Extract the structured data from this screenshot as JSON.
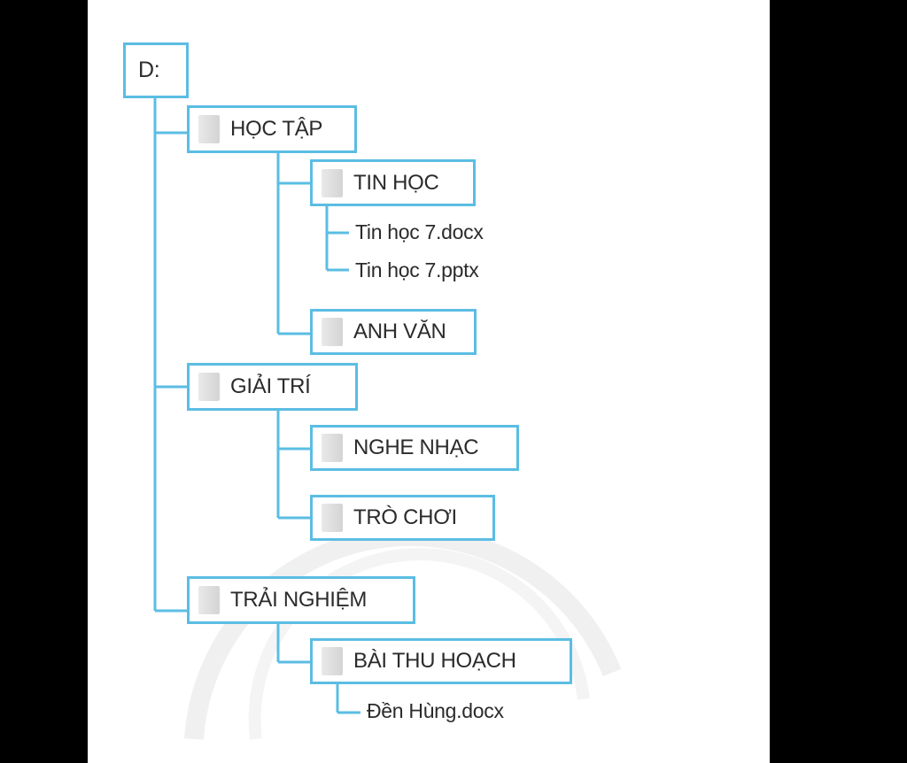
{
  "tree": {
    "root": "D:",
    "hoc_tap": "HỌC TẬP",
    "tin_hoc": "TIN HỌC",
    "file_docx": "Tin học 7.docx",
    "file_pptx": "Tin học 7.pptx",
    "anh_van": "ANH VĂN",
    "giai_tri": "GIẢI TRÍ",
    "nghe_nhac": "NGHE NHẠC",
    "tro_choi": "TRÒ CHƠI",
    "trai_nghiem": "TRẢI NGHIỆM",
    "bai_thu_hoach": "BÀI THU HOẠCH",
    "file_den_hung": "Đền Hùng.docx"
  },
  "colors": {
    "line": "#5bbde3",
    "text": "#2b2b2b",
    "folder_icon": "#dcdcdc"
  }
}
